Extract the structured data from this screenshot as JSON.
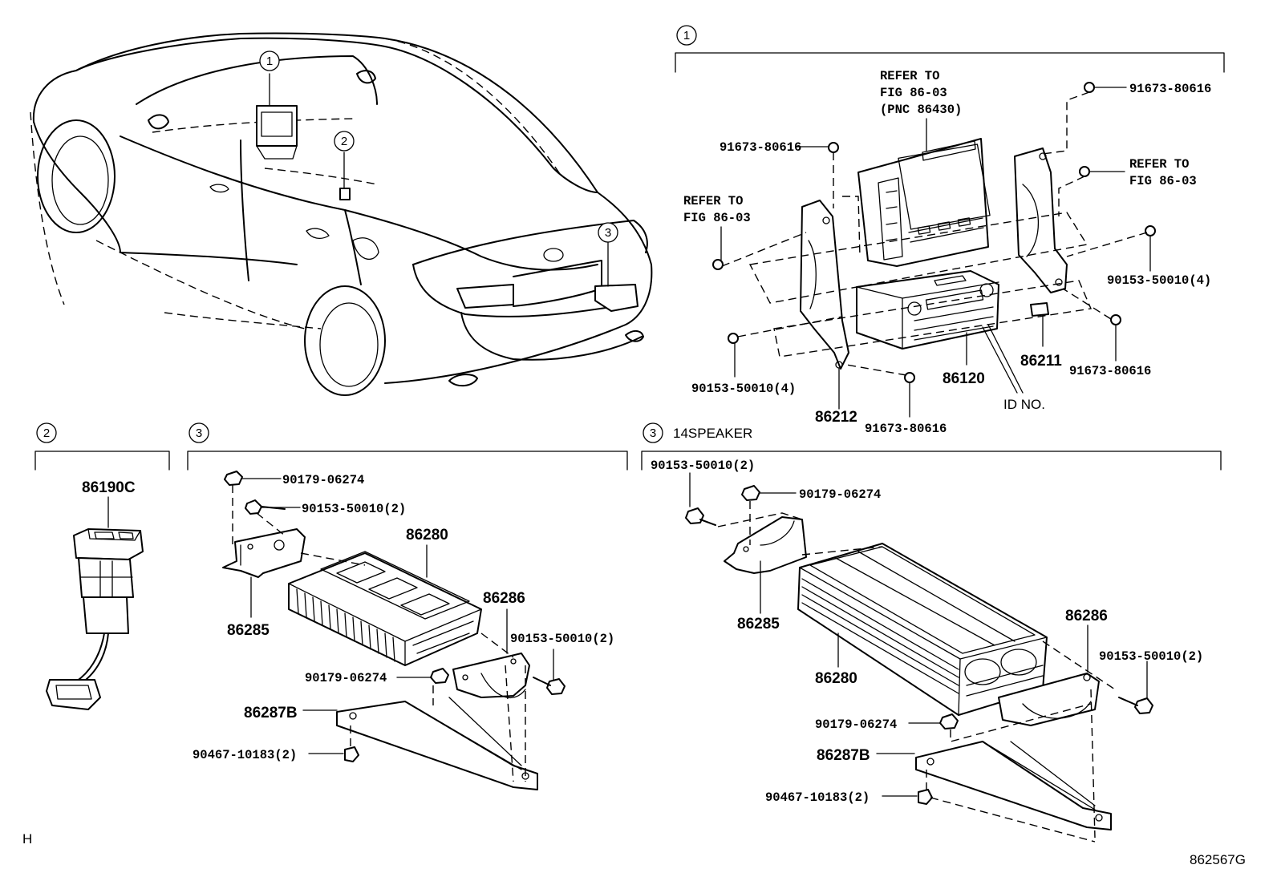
{
  "callouts": {
    "c1": "1",
    "c2": "2",
    "c3": "3"
  },
  "sections": {
    "s1": {
      "marker": "1"
    },
    "s2": {
      "marker": "2"
    },
    "s3": {
      "marker": "3"
    },
    "s4": {
      "marker": "3",
      "title": "14SPEAKER"
    }
  },
  "top_panel": {
    "refer_top": [
      "REFER TO",
      "FIG 86-03",
      "(PNC 86430)"
    ],
    "refer_left": [
      "REFER TO",
      "FIG 86-03"
    ],
    "refer_right": [
      "REFER TO",
      "FIG 86-03"
    ],
    "screw_top_right": "91673-80616",
    "screw_top_left": "91673-80616",
    "bolt_right": "90153-50010(4)",
    "bolt_left": "90153-50010(4)",
    "part_86211": "86211",
    "screw_lower_right": "91673-80616",
    "part_86120": "86120",
    "id_no": "ID NO.",
    "part_86212": "86212",
    "screw_bottom": "91673-80616"
  },
  "switch_panel": {
    "part": "86190C"
  },
  "amp_panel": {
    "nut_top": "90179-06274",
    "bolt_top": "90153-50010(2)",
    "amp": "86280",
    "bracket_left": "86285",
    "bracket_right": "86286",
    "bolt_right": "90153-50010(2)",
    "nut_bottom": "90179-06274",
    "base": "86287B",
    "clip": "90467-10183(2)"
  },
  "amp14_panel": {
    "bolt_top": "90153-50010(2)",
    "nut_top": "90179-06274",
    "bracket_left": "86285",
    "amp": "86280",
    "bracket_right": "86286",
    "bolt_right": "90153-50010(2)",
    "nut_bottom": "90179-06274",
    "base": "86287B",
    "clip": "90467-10183(2)"
  },
  "footer": {
    "left_code": "H",
    "figure_no": "862567G"
  }
}
